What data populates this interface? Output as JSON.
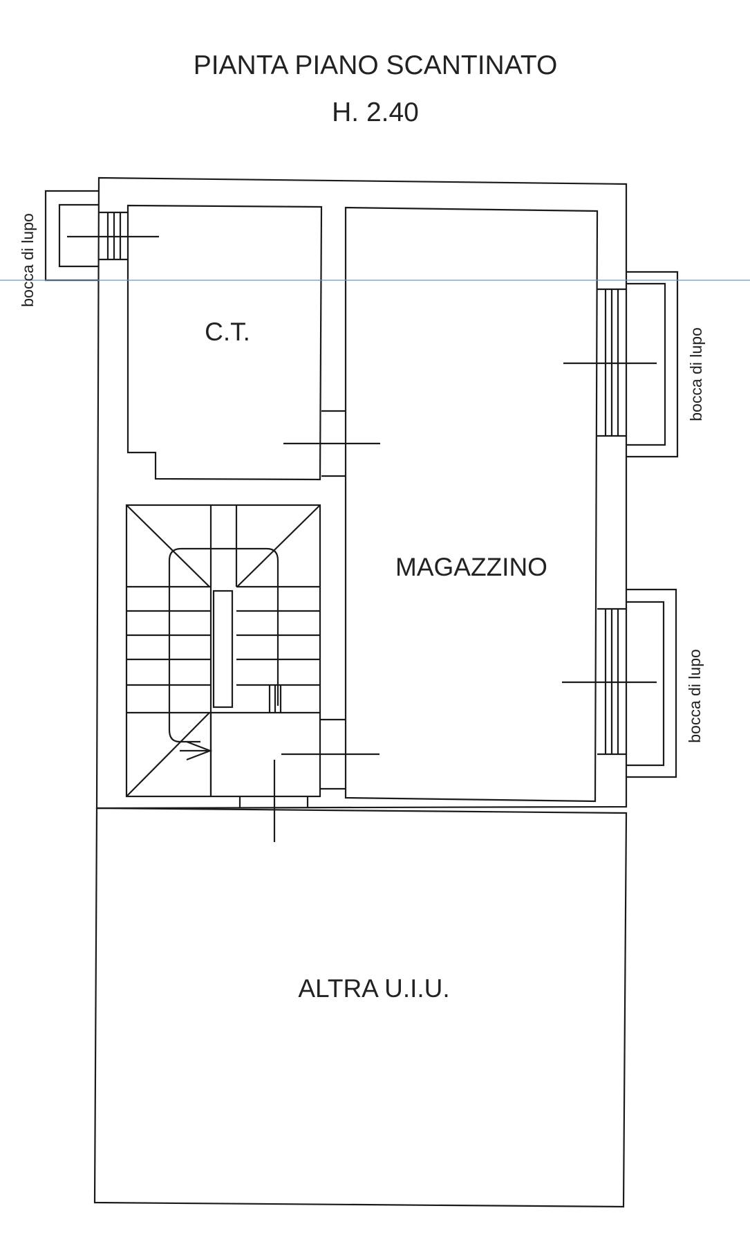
{
  "title": "PIANTA PIANO SCANTINATO",
  "height_label": "H. 2.40",
  "rooms": {
    "ct": "C.T.",
    "magazzino": "MAGAZZINO",
    "altra_uiu": "ALTRA U.I.U."
  },
  "window_wells": {
    "left": "bocca di lupo",
    "right_upper": "bocca di lupo",
    "right_lower": "bocca di lupo"
  },
  "colors": {
    "line": "#1a1a1a",
    "guide": "#6e93c4"
  }
}
